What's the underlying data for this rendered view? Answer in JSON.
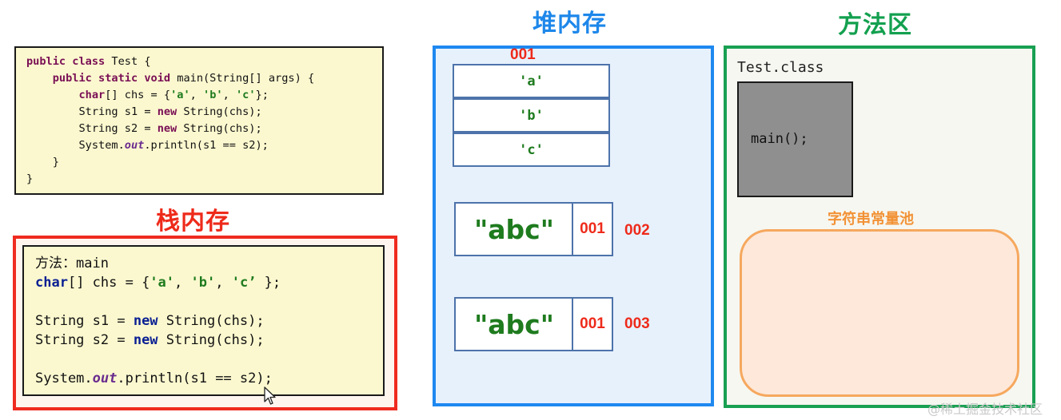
{
  "code_box": {
    "lines": [
      [
        {
          "t": "public class",
          "c": "kw"
        },
        {
          "t": " Test {",
          "c": ""
        }
      ],
      [
        {
          "t": "    ",
          "c": ""
        },
        {
          "t": "public static void",
          "c": "kw"
        },
        {
          "t": " main(String[] args) {",
          "c": ""
        }
      ],
      [
        {
          "t": "        ",
          "c": ""
        },
        {
          "t": "char",
          "c": "kw"
        },
        {
          "t": "[] chs = {",
          "c": ""
        },
        {
          "t": "'a'",
          "c": "str"
        },
        {
          "t": ", ",
          "c": ""
        },
        {
          "t": "'b'",
          "c": "str"
        },
        {
          "t": ", ",
          "c": ""
        },
        {
          "t": "'c'",
          "c": "str"
        },
        {
          "t": "};",
          "c": ""
        }
      ],
      [
        {
          "t": "        String s1 = ",
          "c": ""
        },
        {
          "t": "new",
          "c": "kw"
        },
        {
          "t": " String(chs);",
          "c": ""
        }
      ],
      [
        {
          "t": "        String s2 = ",
          "c": ""
        },
        {
          "t": "new",
          "c": "kw"
        },
        {
          "t": " String(chs);",
          "c": ""
        }
      ],
      [
        {
          "t": "        System.",
          "c": ""
        },
        {
          "t": "out",
          "c": "italic-field"
        },
        {
          "t": ".println(s1 == s2);",
          "c": ""
        }
      ],
      [
        {
          "t": "    }",
          "c": ""
        }
      ],
      [
        {
          "t": "}",
          "c": ""
        }
      ]
    ]
  },
  "stack": {
    "title": "栈内存",
    "lines": [
      [
        {
          "t": "方法：main",
          "c": ""
        }
      ],
      [
        {
          "t": "char",
          "c": "kw-blue"
        },
        {
          "t": "[] chs = {",
          "c": ""
        },
        {
          "t": "'a'",
          "c": "str"
        },
        {
          "t": ", ",
          "c": ""
        },
        {
          "t": "'b'",
          "c": "str"
        },
        {
          "t": ", ",
          "c": ""
        },
        {
          "t": "'c’",
          "c": "str"
        },
        {
          "t": " };",
          "c": ""
        }
      ],
      [
        {
          "t": " ",
          "c": ""
        }
      ],
      [
        {
          "t": "String s1 = ",
          "c": ""
        },
        {
          "t": "new",
          "c": "kw-blue"
        },
        {
          "t": " String(chs);",
          "c": ""
        }
      ],
      [
        {
          "t": "String s2 = ",
          "c": ""
        },
        {
          "t": "new",
          "c": "kw-blue"
        },
        {
          "t": " String(chs);",
          "c": ""
        }
      ],
      [
        {
          "t": " ",
          "c": ""
        }
      ],
      [
        {
          "t": "System.",
          "c": ""
        },
        {
          "t": "out",
          "c": "italic-field"
        },
        {
          "t": ".println(s1 == s2);",
          "c": ""
        }
      ]
    ]
  },
  "heap": {
    "title": "堆内存",
    "array": {
      "address": "001",
      "cells": [
        "'a'",
        "'b'",
        "'c'"
      ]
    },
    "objects": [
      {
        "value": "\"abc\"",
        "ref": "001",
        "address": "002"
      },
      {
        "value": "\"abc\"",
        "ref": "001",
        "address": "003"
      }
    ]
  },
  "method_area": {
    "title": "方法区",
    "class_label": "Test.class",
    "main_label": "main();",
    "pool_title": "字符串常量池"
  },
  "watermark": "@稀土掘金技术社区",
  "colors": {
    "stack": "#ef2b1f",
    "heap": "#1e88f0",
    "method_area": "#18a052",
    "pool": "#f6a85e",
    "address": "#ee2a1a",
    "string_literal": "#1e7b1e"
  }
}
